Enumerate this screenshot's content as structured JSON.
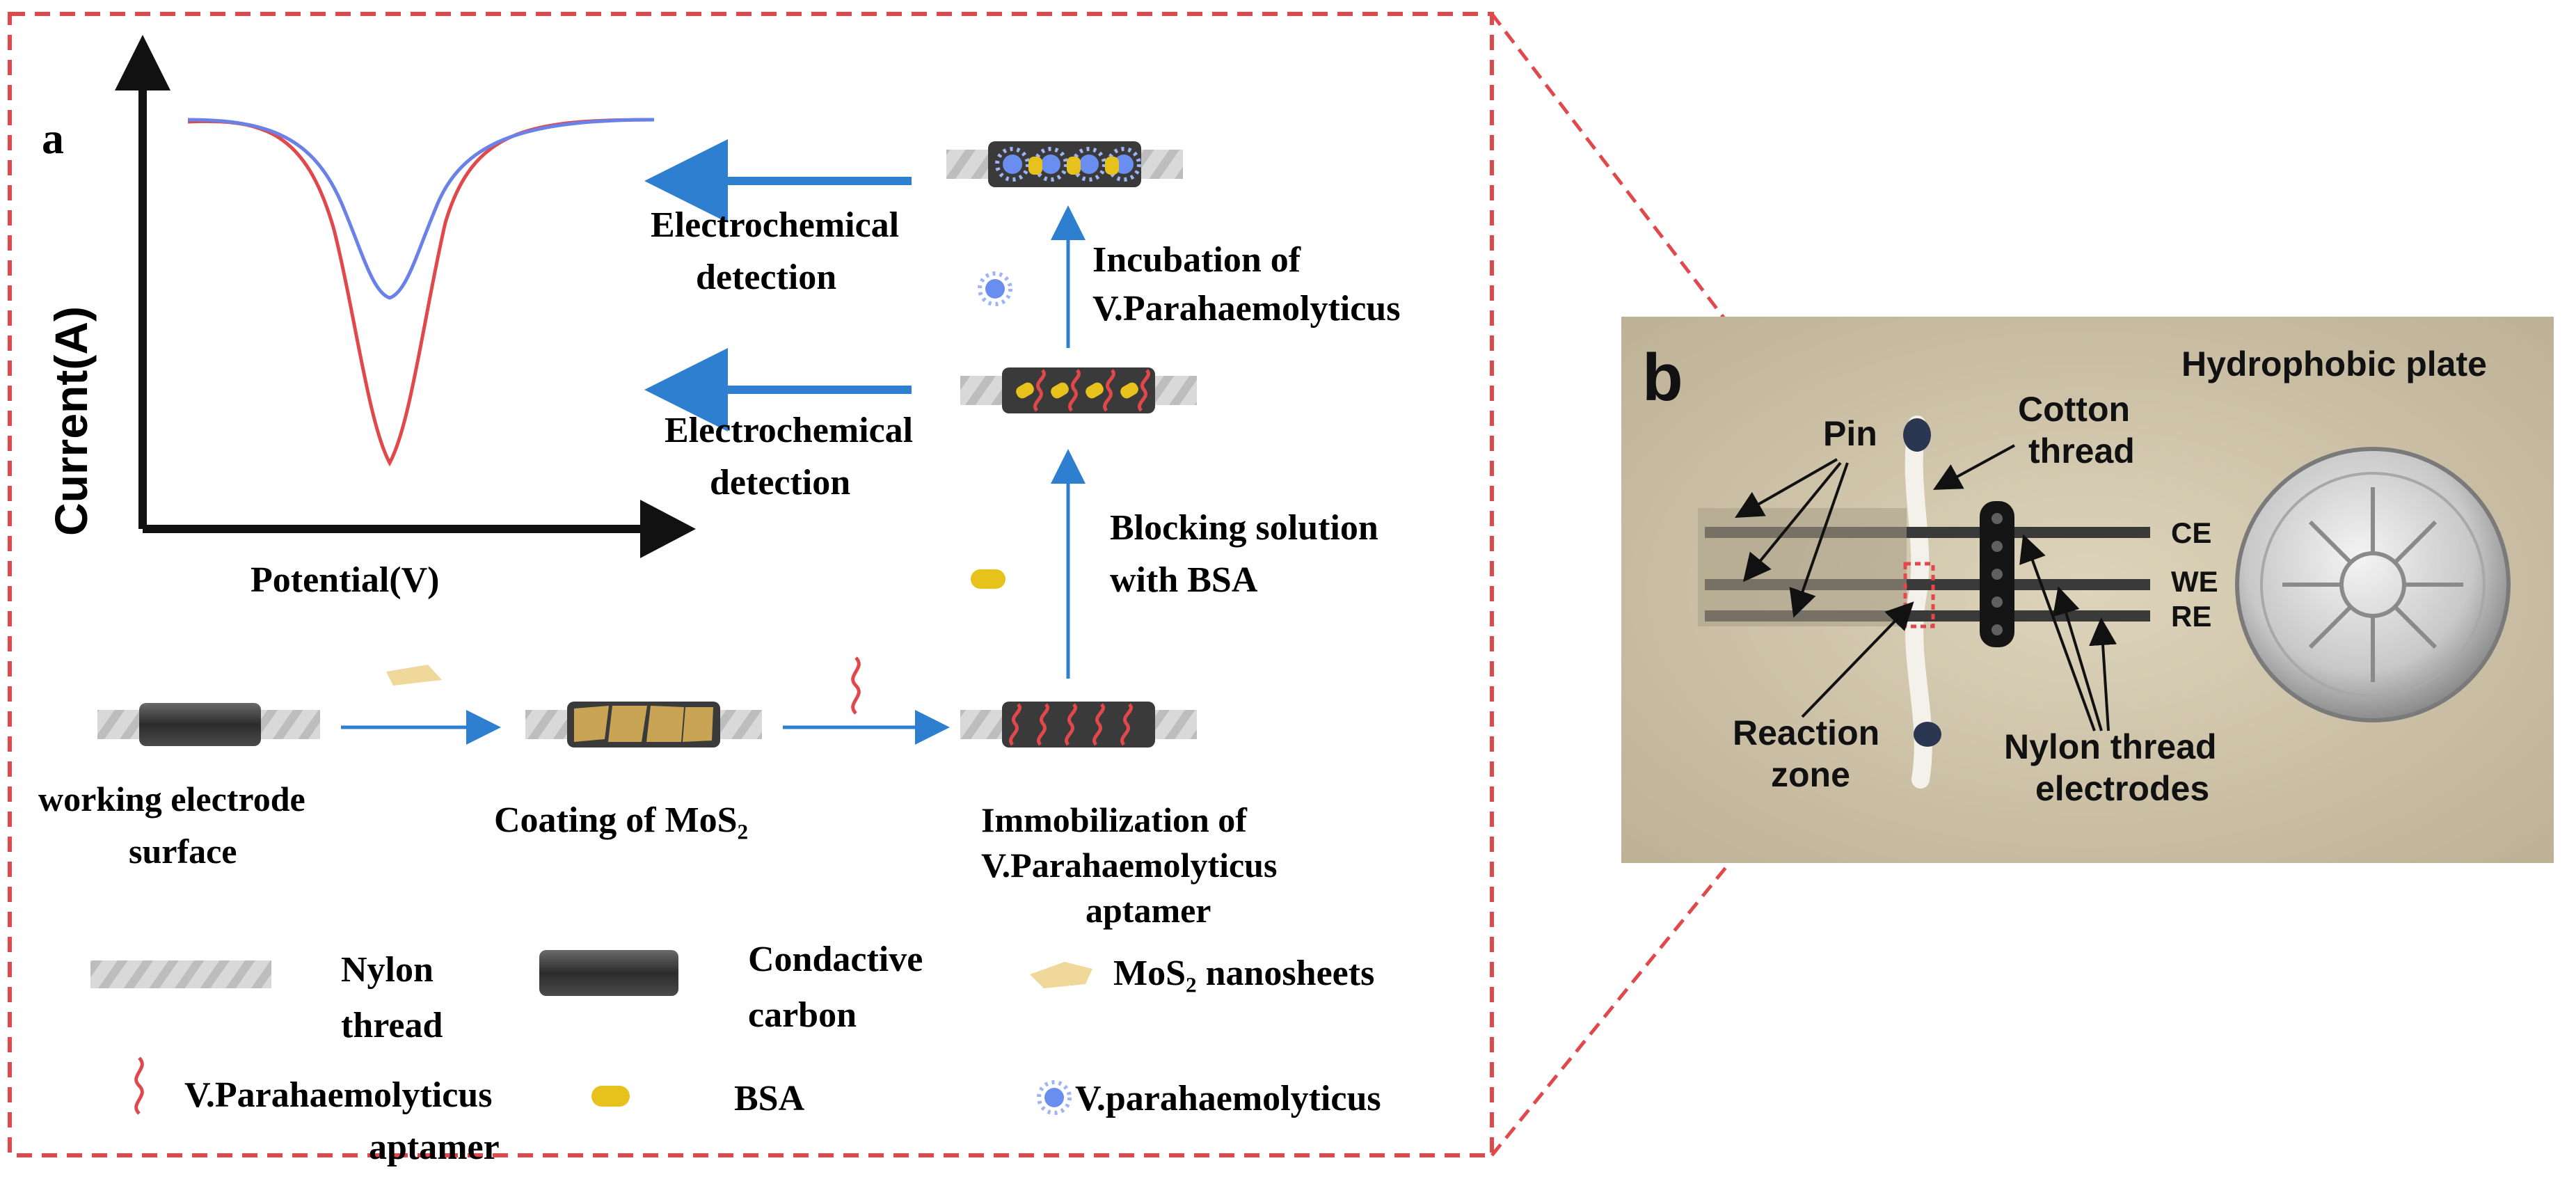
{
  "panel_a": {
    "label": "a",
    "plot": {
      "y_label": "Current(A)",
      "x_label": "Potential(V)",
      "curves": [
        {
          "color": "#e0484c",
          "peak_depth": "high"
        },
        {
          "color": "#6a82e8",
          "peak_depth": "low"
        }
      ]
    },
    "steps": {
      "working_electrode": "working electrode",
      "working_electrode_2": "surface",
      "coating": "Coating of MoS₂",
      "immobilization_1": "Immobilization of",
      "immobilization_2": "V.Parahaemolyticus",
      "immobilization_3": "aptamer",
      "blocking_1": "Blocking solution",
      "blocking_2": "with BSA",
      "incubation_1": "Incubation of",
      "incubation_2": "V.Parahaemolyticus",
      "detection_upper_1": "Electrochemical",
      "detection_upper_2": "detection",
      "detection_lower_1": "Electrochemical",
      "detection_lower_2": "detection"
    },
    "legend": {
      "nylon_1": "Nylon",
      "nylon_2": "thread",
      "carbon_1": "Condactive",
      "carbon_2": "carbon",
      "mos2": "MoS₂ nanosheets",
      "aptamer_1": "V.Parahaemolyticus",
      "aptamer_2": "aptamer",
      "bsa": "BSA",
      "bacteria": "V.parahaemolyticus"
    },
    "colors": {
      "border": "#e0484c",
      "arrow": "#2f7fd1",
      "aptamer": "#e0484c",
      "bsa": "#e8c21c",
      "mos2": "#f0d79a",
      "bacteria": "#6a8ef0",
      "carbon": "#3a3a3a"
    }
  },
  "panel_b": {
    "label": "b",
    "title": "Hydrophobic plate",
    "labels": {
      "pin": "Pin",
      "cotton_1": "Cotton",
      "cotton_2": "thread",
      "ce": "CE",
      "we": "WE",
      "re": "RE",
      "reaction_1": "Reaction",
      "reaction_2": "zone",
      "nylon_1": "Nylon thread",
      "nylon_2": "electrodes"
    },
    "colors": {
      "plate": "#cfc4a8",
      "text": "#111111"
    }
  }
}
